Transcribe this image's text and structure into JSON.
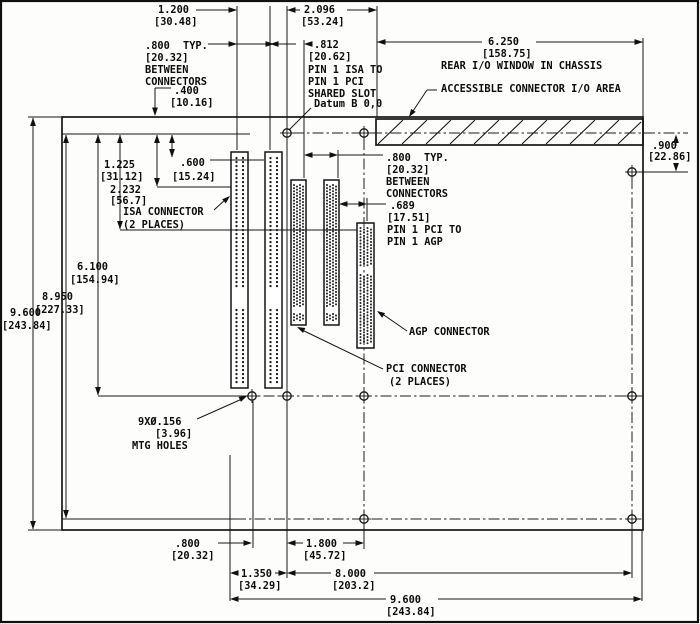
{
  "dims": {
    "d1200": {
      "in": "1.200",
      "mm": "[30.48]"
    },
    "d2096": {
      "in": "2.096",
      "mm": "[53.24]"
    },
    "d800top": {
      "in": ".800",
      "typ": "TYP.",
      "mm": "[20.32]",
      "l1": "BETWEEN",
      "l2": "CONNECTORS"
    },
    "d400": {
      "in": ".400",
      "mm": "[10.16]"
    },
    "d812": {
      "in": ".812",
      "mm": "[20.62]",
      "l1": "PIN 1 ISA TO",
      "l2": "PIN 1 PCI",
      "l3": "SHARED SLOT"
    },
    "datum": {
      "label": "Datum B 0,0"
    },
    "d6250": {
      "in": "6.250",
      "mm": "[158.75]",
      "note": "REAR I/O WINDOW IN CHASSIS"
    },
    "ioarea": {
      "label": "ACCESSIBLE CONNECTOR I/O AREA"
    },
    "d900": {
      "in": ".900",
      "mm": "[22.86]"
    },
    "d1225": {
      "in": "1.225",
      "mm": "[31.12]"
    },
    "d600": {
      "in": ".600",
      "mm": "[15.24]"
    },
    "d2232": {
      "in": "2.232",
      "mm": "[56.7]"
    },
    "d6100": {
      "in": "6.100",
      "mm": "[154.94]"
    },
    "d8950": {
      "in": "8.950",
      "mm": "[227.33]"
    },
    "d9600v": {
      "in": "9.600",
      "mm": "[243.84]"
    },
    "d800right": {
      "in": ".800",
      "typ": "TYP.",
      "mm": "[20.32]",
      "l1": "BETWEEN",
      "l2": "CONNECTORS"
    },
    "d689": {
      "in": ".689",
      "mm": "[17.51]",
      "l1": "PIN 1 PCI TO",
      "l2": "PIN 1 AGP"
    },
    "d800b": {
      "in": ".800",
      "mm": "[20.32]"
    },
    "d1800": {
      "in": "1.800",
      "mm": "[45.72]"
    },
    "d1350": {
      "in": "1.350",
      "mm": "[34.29]"
    },
    "d8000": {
      "in": "8.000",
      "mm": "[203.2]"
    },
    "d9600b": {
      "in": "9.600",
      "mm": "[243.84]"
    }
  },
  "labels": {
    "isa": {
      "l1": "ISA CONNECTOR",
      "l2": "(2 PLACES)"
    },
    "pci": {
      "l1": "PCI CONNECTOR",
      "l2": "(2 PLACES)"
    },
    "agp": {
      "label": "AGP CONNECTOR"
    },
    "mtg": {
      "l1": "9XØ.156",
      "l2": "[3.96]",
      "l3": "MTG HOLES"
    }
  },
  "colors": {
    "line": "#161616",
    "background": "#fdfdfc"
  }
}
